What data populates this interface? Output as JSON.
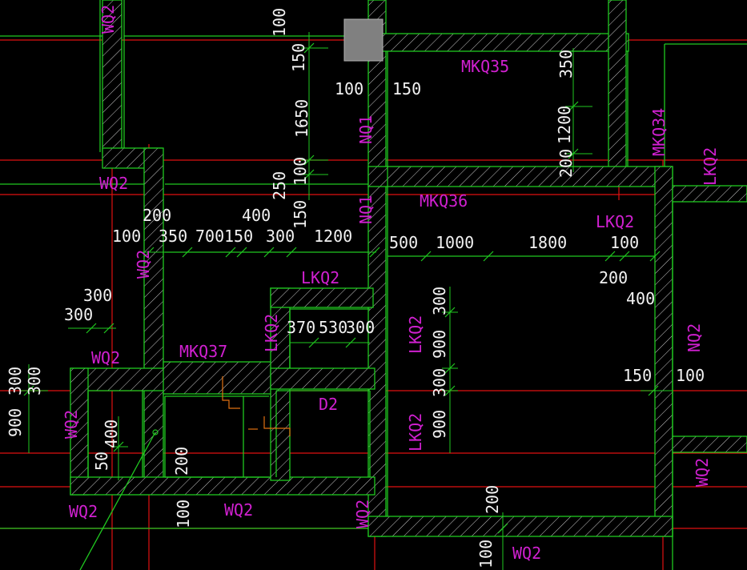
{
  "tags": {
    "wq2_top": "WQ2",
    "wq2_a": "WQ2",
    "wq2_b": "WQ2",
    "wq2_c": "WQ2",
    "wq2_d": "WQ2",
    "wq2_e": "WQ2",
    "wq2_f": "WQ2",
    "wq2_g": "WQ2",
    "wq2_h": "WQ2",
    "wq2_i": "WQ2",
    "mkq35": "MKQ35",
    "mkq34": "MKQ34",
    "mkq36": "MKQ36",
    "mkq37": "MKQ37",
    "lkq2_r1": "LKQ2",
    "lkq2_r2": "LKQ2",
    "lkq2_mid": "LKQ2",
    "lkq2_v1": "LKQ2",
    "lkq2_v2": "LKQ2",
    "lkq2_v3": "LKQ2",
    "nq1_a": "NQ1",
    "nq1_b": "NQ1",
    "nq2": "NQ2",
    "d2": "D2"
  },
  "dims": {
    "v100_top": "100",
    "v150_top": "150",
    "v1650": "1650",
    "v100_b": "100",
    "v250": "250",
    "v150_b": "150",
    "h100_a": "100",
    "h150_a": "150",
    "v350": "350",
    "v1200": "1200",
    "v200_r": "200",
    "h200": "200",
    "h400": "400",
    "h100_b": "100",
    "h350": "350",
    "h700": "700",
    "h150_b": "150",
    "h300_a": "300",
    "h1200": "1200",
    "h500": "500",
    "h1000": "1000",
    "h1800": "1800",
    "h100_c": "100",
    "h200_c": "200",
    "h400_r": "400",
    "h300_l1": "300",
    "h300_l2": "300",
    "h370": "370",
    "h530": "530",
    "h300_b": "300",
    "v300_r": "300",
    "v900_r": "900",
    "v300_r2": "300",
    "v900_r2": "900",
    "h150_r": "150",
    "h100_r": "100",
    "v300_l": "300",
    "v300_l2": "300",
    "v900_l": "900",
    "v50": "50",
    "v400": "400",
    "v200_s": "200",
    "v100_bot": "100",
    "v200_bot": "200",
    "v100_bot2": "100"
  }
}
